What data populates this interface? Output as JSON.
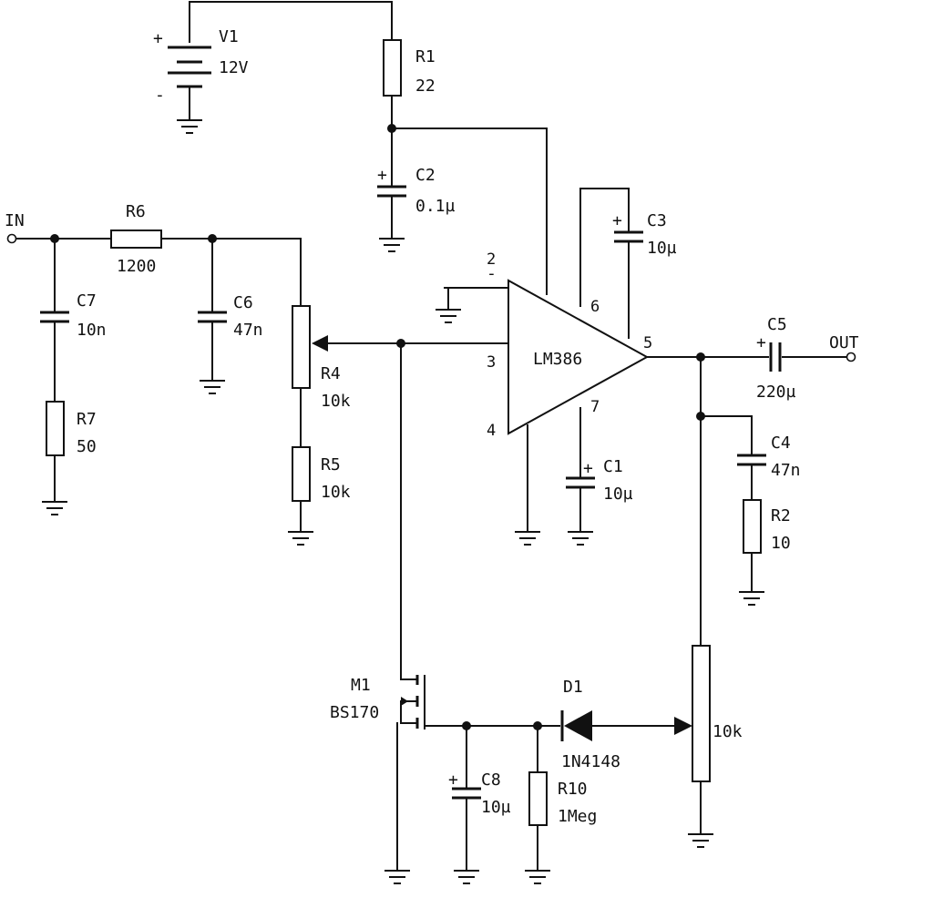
{
  "components": {
    "V1": {
      "ref": "V1",
      "value": "12V",
      "plus": "+",
      "minus": "-"
    },
    "R1": {
      "ref": "R1",
      "value": "22"
    },
    "C2": {
      "ref": "C2",
      "value": "0.1µ",
      "plus": "+"
    },
    "C3": {
      "ref": "C3",
      "value": "10µ",
      "plus": "+"
    },
    "R6": {
      "ref": "R6",
      "value": "1200"
    },
    "C7": {
      "ref": "C7",
      "value": "10n"
    },
    "R7": {
      "ref": "R7",
      "value": "50"
    },
    "C6": {
      "ref": "C6",
      "value": "47n"
    },
    "R4": {
      "ref": "R4",
      "value": "10k"
    },
    "R5": {
      "ref": "R5",
      "value": "10k"
    },
    "U1": {
      "ref": "LM386",
      "pins": [
        "2",
        "3",
        "4",
        "5",
        "6",
        "7"
      ],
      "minus": "-"
    },
    "C1": {
      "ref": "C1",
      "value": "10µ",
      "plus": "+"
    },
    "C5": {
      "ref": "C5",
      "value": "220µ",
      "plus": "+"
    },
    "C4": {
      "ref": "C4",
      "value": "47n"
    },
    "R2": {
      "ref": "R2",
      "value": "10"
    },
    "M1": {
      "ref": "M1",
      "value": "BS170"
    },
    "D1": {
      "ref": "D1",
      "value": "1N4148"
    },
    "C8": {
      "ref": "C8",
      "value": "10µ",
      "plus": "+"
    },
    "R10": {
      "ref": "R10",
      "value": "1Meg"
    },
    "POT2": {
      "value": "10k"
    }
  },
  "ports": {
    "input": "IN",
    "output": "OUT"
  }
}
